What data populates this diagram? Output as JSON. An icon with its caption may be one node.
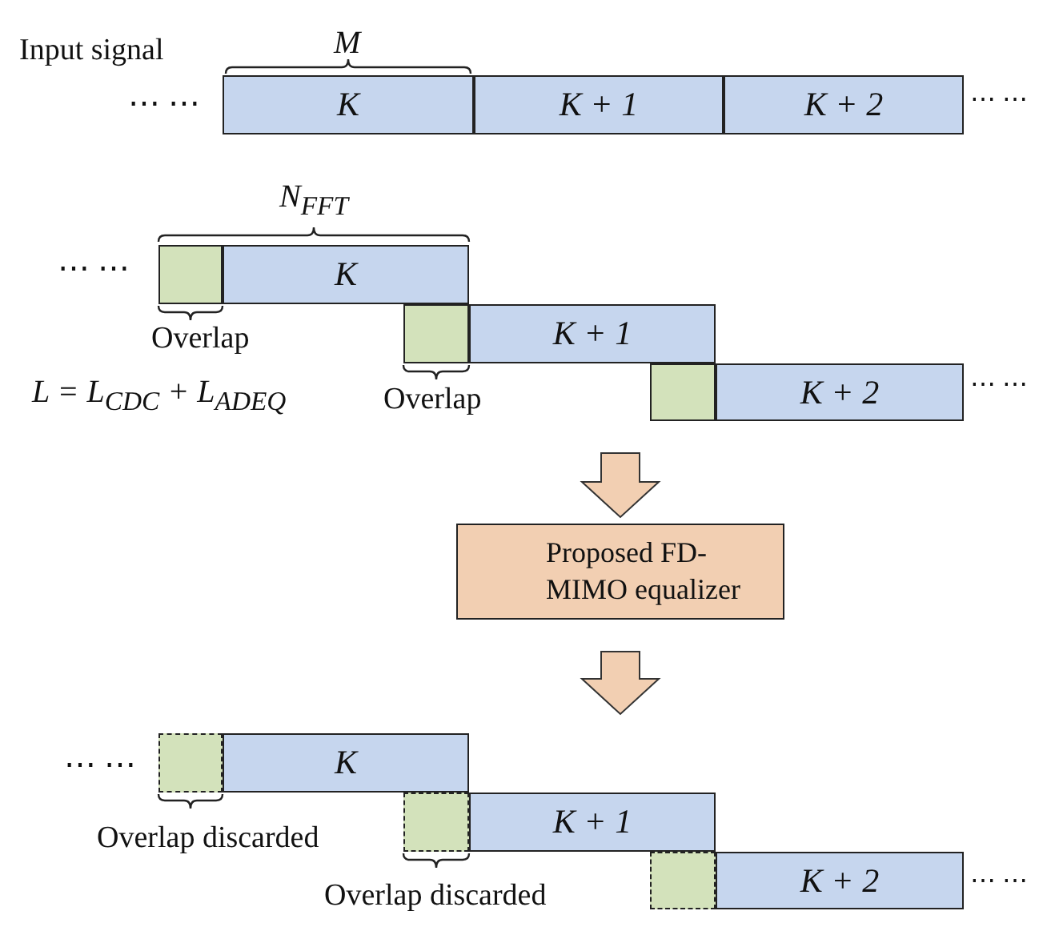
{
  "diagram": {
    "nodes": [
      {
        "text": [
          "K"
        ]
      },
      {
        "text": [
          "K + 1"
        ]
      },
      {
        "text": [
          "K + 2"
        ]
      },
      {
        "text": [],
        "shape": "box"
      },
      {
        "text": [
          "K"
        ]
      },
      {
        "text": [],
        "shape": "box"
      },
      {
        "text": [
          "K + 1"
        ]
      },
      {
        "text": [],
        "shape": "box"
      },
      {
        "text": [
          "K + 2"
        ]
      },
      {
        "text": [
          "Proposed FD- MIMO equalizer"
        ]
      },
      {
        "text": [],
        "shape": "box"
      },
      {
        "text": [
          "K"
        ]
      },
      {
        "text": [],
        "shape": "box"
      },
      {
        "text": [
          "K + 1"
        ]
      },
      {
        "text": [],
        "shape": "box"
      },
      {
        "text": [
          "K + 2"
        ]
      }
    ],
    "edges": [
      {
        "from": null,
        "to": 9,
        "arrow": "to",
        "style": "thick"
      },
      {
        "from": 9,
        "to": null,
        "arrow": "to",
        "style": "thick"
      }
    ],
    "labels": [
      "M",
      "Input signal",
      "⋯ ⋯",
      "⋯ ⋯",
      "N$_{FFT}$",
      "⋯ ⋯",
      "Overlap",
      "L = L$_{CDC}$ + L$_{ADEQ}$",
      "Overlap",
      "⋯ ⋯",
      "⋯ ⋯",
      "Overlap discarded",
      "⋯ ⋯",
      "Overlap discarded"
    ]
  }
}
